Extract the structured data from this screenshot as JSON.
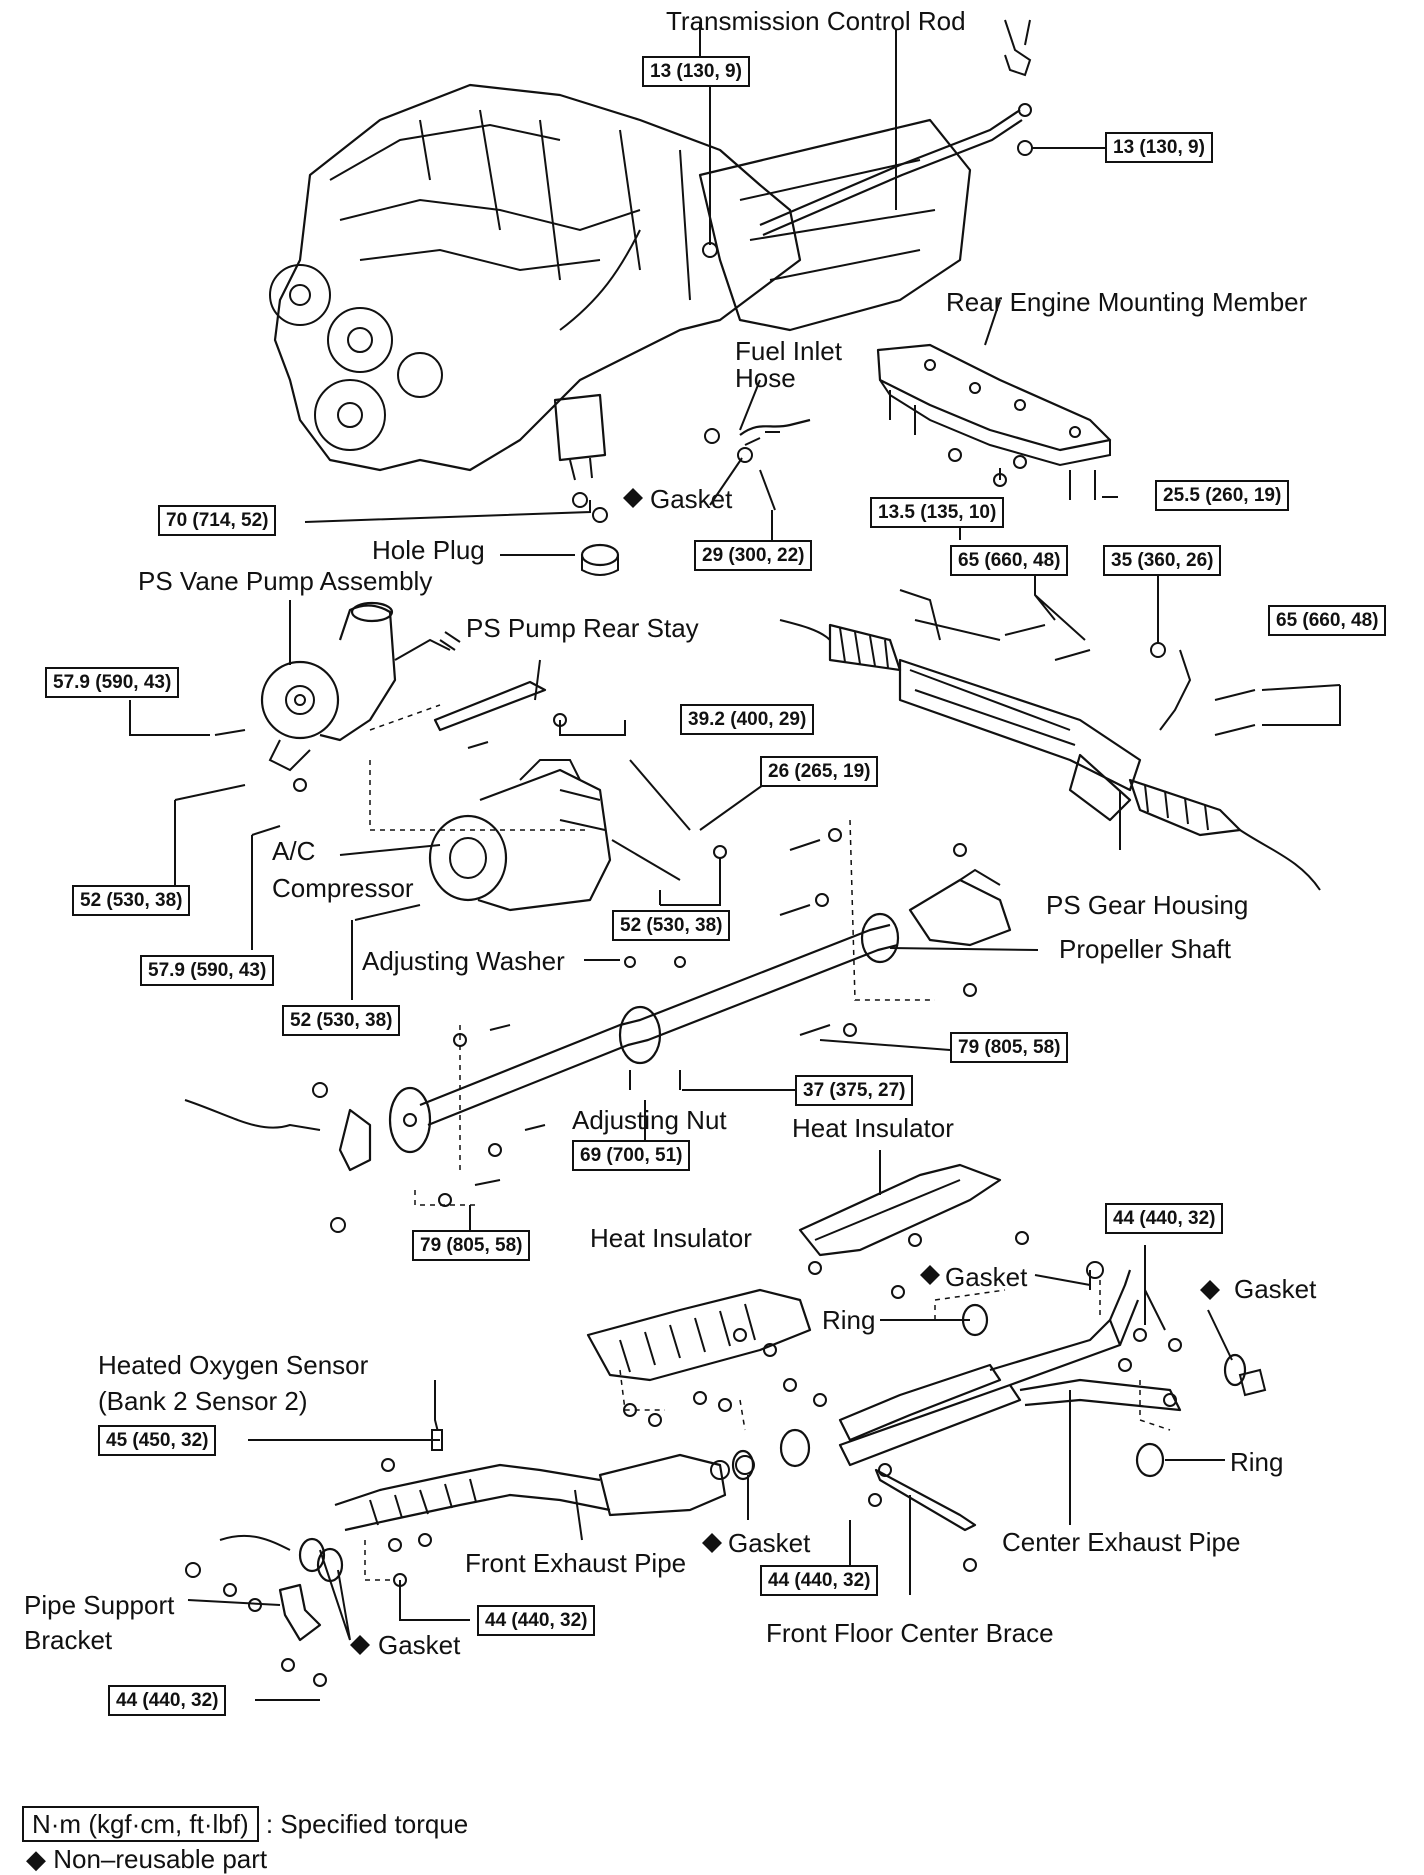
{
  "labels": {
    "transmission_control_rod": "Transmission Control Rod",
    "rear_engine_mounting_member": "Rear Engine Mounting Member",
    "fuel_inlet_hose_1": "Fuel Inlet",
    "fuel_inlet_hose_2": "Hose",
    "gasket_top": "Gasket",
    "hole_plug": "Hole Plug",
    "ps_vane_pump": "PS Vane Pump Assembly",
    "ps_pump_rear_stay": "PS Pump Rear Stay",
    "ac_compressor_1": "A/C",
    "ac_compressor_2": "Compressor",
    "ps_gear_housing": "PS Gear Housing",
    "propeller_shaft": "Propeller Shaft",
    "adjusting_washer": "Adjusting Washer",
    "adjusting_nut": "Adjusting Nut",
    "heat_insulator_upper": "Heat Insulator",
    "heat_insulator_lower": "Heat Insulator",
    "gasket_mid": "Gasket",
    "gasket_right": "Gasket",
    "ring_upper": "Ring",
    "ring_lower": "Ring",
    "heated_o2_sensor_1": "Heated Oxygen Sensor",
    "heated_o2_sensor_2": "(Bank 2 Sensor 2)",
    "gasket_front_exhaust": "Gasket",
    "front_exhaust_pipe": "Front Exhaust Pipe",
    "center_exhaust_pipe": "Center Exhaust Pipe",
    "pipe_support_bracket_1": "Pipe Support",
    "pipe_support_bracket_2": "Bracket",
    "gasket_bottom": "Gasket",
    "front_floor_center_brace": "Front Floor Center Brace"
  },
  "torques": {
    "t_trans_rod_top": "13 (130, 9)",
    "t_trans_rod_right": "13 (130, 9)",
    "t_engine_mount": "70 (714, 52)",
    "t_fuel_hose": "29 (300, 22)",
    "t_mount_member_a": "13.5 (135, 10)",
    "t_mount_member_b": "25.5 (260, 19)",
    "t_gear_housing_a": "65 (660, 48)",
    "t_gear_housing_b": "35 (360, 26)",
    "t_gear_housing_c": "65 (660, 48)",
    "t_vane_pump_bolt": "57.9 (590, 43)",
    "t_rear_stay": "39.2 (400, 29)",
    "t_compressor_stud": "26 (265, 19)",
    "t_vane_pump_lower": "52 (530, 38)",
    "t_compressor_nut": "52 (530, 38)",
    "t_compressor_bolt": "57.9 (590, 43)",
    "t_compressor_long": "52 (530, 38)",
    "t_propshaft_rear": "79 (805, 58)",
    "t_center_bearing": "37 (375, 27)",
    "t_adjusting_nut": "69 (700, 51)",
    "t_propshaft_front": "79 (805, 58)",
    "t_center_pipe": "44 (440, 32)",
    "t_o2_sensor": "45 (450, 32)",
    "t_front_pipe_flange": "44 (440, 32)",
    "t_brace": "44 (440, 32)",
    "t_bracket": "44 (440, 32)"
  },
  "legend": {
    "box_text": "N·m (kgf·cm, ft·lbf)",
    "box_desc": ": Specified torque",
    "diamond": "◆",
    "nonreusable": "Non–reusable part"
  }
}
